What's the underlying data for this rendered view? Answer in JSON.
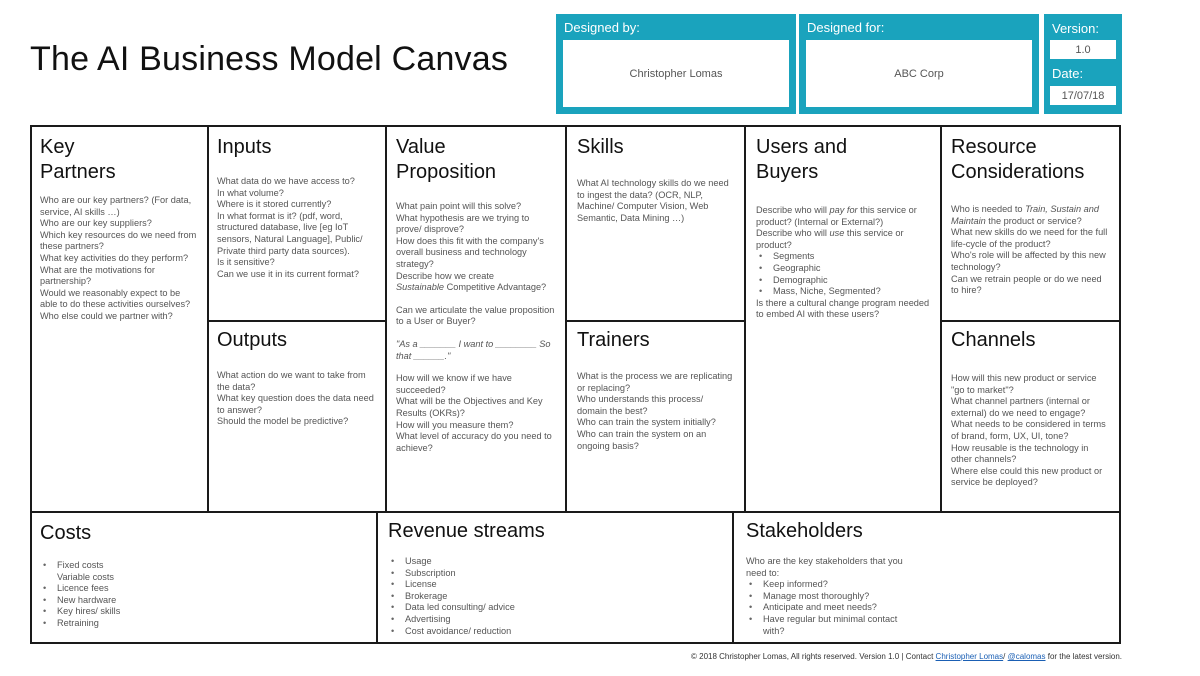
{
  "title": "The AI Business Model Canvas",
  "header": {
    "designed_by_label": "Designed by:",
    "designed_by_value": "Christopher Lomas",
    "designed_for_label": "Designed for:",
    "designed_for_value": "ABC Corp",
    "version_label": "Version:",
    "version_value": "1.0",
    "date_label": "Date:",
    "date_value": "17/07/18",
    "accent_color": "#1aa3bd"
  },
  "blocks": {
    "key_partners": {
      "title_line1": "Key",
      "title_line2": "Partners",
      "lines": [
        "Who are our key partners? (For data, service, AI skills …)",
        "Who are our key suppliers?",
        "Which key resources do we need from these partners?",
        "What key activities do they perform?",
        "What are the motivations for partnership?",
        "Would we reasonably expect to be able to do these activities ourselves?",
        "Who else could we partner with?"
      ]
    },
    "inputs": {
      "title": "Inputs",
      "lines": [
        "What data do we have access to?",
        "In what volume?",
        "Where is it stored currently?",
        "In what format is it? (pdf, word, structured database, live [eg IoT sensors, Natural Language], Public/ Private third party data sources).",
        "Is it sensitive?",
        "Can we use it in its current format?"
      ]
    },
    "outputs": {
      "title": "Outputs",
      "lines": [
        "What action do we want to take from the data?",
        "What key question does the data need to answer?",
        "Should the model be predictive?"
      ]
    },
    "value_proposition": {
      "title_line1": "Value",
      "title_line2": "Proposition",
      "lines_a": [
        "What pain point will this solve?",
        "What hypothesis are we trying to prove/ disprove?",
        "How does this fit with the company's overall business and technology strategy?",
        "Describe how we create"
      ],
      "sustainable_word": "Sustainable",
      "sustainable_rest": " Competitive Advantage?",
      "lines_b": [
        "Can we articulate the value proposition to a User or Buyer?"
      ],
      "quote": "\"As a _______ I want to ________ So that ______.\"",
      "lines_c": [
        "How will we know if we have succeeded?",
        "What will be the Objectives and Key Results (OKRs)?",
        "How will you measure them?",
        "What level of accuracy do you need to achieve?"
      ]
    },
    "skills": {
      "title": "Skills",
      "lines": [
        "What AI technology skills do we need to ingest the data? (OCR, NLP, Machine/ Computer Vision, Web Semantic, Data Mining …)"
      ]
    },
    "trainers": {
      "title": "Trainers",
      "lines": [
        "What is the process we are replicating or replacing?",
        "Who understands this process/ domain the best?",
        "Who can train the system initially?",
        "Who can train the system on an ongoing basis?"
      ]
    },
    "users_buyers": {
      "title_line1": "Users and",
      "title_line2": "Buyers",
      "describe_1_pre": "Describe who will ",
      "describe_1_em": "pay for",
      "describe_1_post": " this service or product? (Internal or External?)",
      "describe_2_pre": "Describe who will ",
      "describe_2_em": "use",
      "describe_2_post": " this service or product?",
      "bullets": [
        "Segments",
        "Geographic",
        "Demographic",
        "Mass, Niche, Segmented?"
      ],
      "lines_after": [
        "Is there a cultural change program needed to embed AI with these users?"
      ]
    },
    "resource_considerations": {
      "title_line1": "Resource",
      "title_line2": "Considerations",
      "needed_pre": "Who is needed to ",
      "needed_em": "Train, Sustain and Maintain",
      "needed_post": " the product or service?",
      "lines": [
        "What new skills do we need for the full life-cycle of the product?",
        "Who's role will be affected by this new technology?",
        "Can we retrain people or do we need to hire?"
      ]
    },
    "channels": {
      "title": "Channels",
      "lines": [
        "How will this new product or service \"go to market\"?",
        "What channel partners (internal or external) do we need to engage?",
        "What needs to be considered in terms of brand, form, UX, UI, tone?",
        "How reusable is the technology in other channels?",
        "Where else could this new product or service be deployed?"
      ]
    },
    "costs": {
      "title": "Costs",
      "bullets": [
        "Fixed costs",
        "Variable costs",
        "Licence fees",
        "New hardware",
        "Key hires/ skills",
        "Retraining"
      ]
    },
    "revenue_streams": {
      "title": "Revenue streams",
      "bullets": [
        "Usage",
        "Subscription",
        "License",
        "Brokerage",
        "Data led consulting/ advice",
        "Advertising",
        "Cost avoidance/ reduction"
      ]
    },
    "stakeholders": {
      "title": "Stakeholders",
      "lines": [
        "Who are the key stakeholders that you need to:"
      ],
      "bullets": [
        "Keep informed?",
        "Manage most thoroughly?",
        "Anticipate and meet needs?",
        "Have regular but minimal contact with?"
      ]
    }
  },
  "footer": {
    "pre": "© 2018 Christopher Lomas, All rights reserved. Version 1.0 | Contact ",
    "name_link": "Christopher Lomas",
    "slash": "/ ",
    "handle_link": "@calomas",
    "post": " for the latest version."
  }
}
